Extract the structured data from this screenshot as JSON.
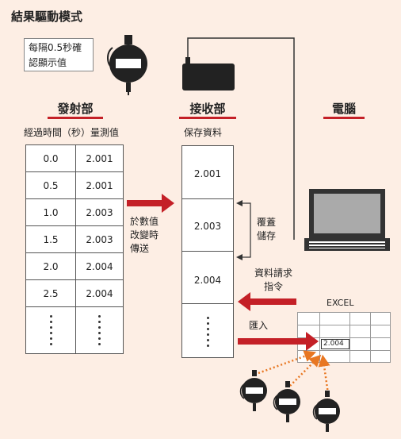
{
  "title": "結果驅動模式",
  "note_lines": [
    "每隔0.5秒確",
    "認顯示值"
  ],
  "sender": {
    "heading": "發射部",
    "subheading": "經過時間（秒）量測值",
    "rows": [
      {
        "time": "0.0",
        "value": "2.001"
      },
      {
        "time": "0.5",
        "value": "2.001"
      },
      {
        "time": "1.0",
        "value": "2.003"
      },
      {
        "time": "1.5",
        "value": "2.003"
      },
      {
        "time": "2.0",
        "value": "2.004"
      },
      {
        "time": "2.5",
        "value": "2.004"
      }
    ]
  },
  "receiver": {
    "heading": "接收部",
    "subheading": "保存資料",
    "values": [
      "2.001",
      "2.003",
      "2.004"
    ]
  },
  "computer": {
    "heading": "電腦"
  },
  "arrows": {
    "send_label": [
      "於數值",
      "改變時",
      "傳送"
    ],
    "overwrite_label": [
      "覆蓋",
      "儲存"
    ],
    "request_label": [
      "資料請求",
      "指令"
    ],
    "import_label": "匯入"
  },
  "excel": {
    "title": "EXCEL",
    "cell_value": "2.004"
  },
  "colors": {
    "accent": "#c42027",
    "dotted": "#e87722",
    "background": "#fdeee4"
  }
}
